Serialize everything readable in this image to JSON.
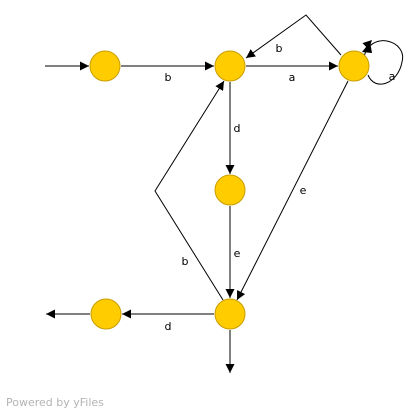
{
  "colors": {
    "node_fill": "#FFCC00",
    "node_stroke": "#C89E00",
    "edge": "#000000",
    "footer_text": "#B3B3B3"
  },
  "edges": {
    "n1_n2": "b",
    "n2_n3": "a",
    "n3_n2": "b",
    "n3_self": "a",
    "n2_n4": "d",
    "n4_n5": "e",
    "n3_n5": "e",
    "n5_n2": "b",
    "n5_n6": "d"
  },
  "footer": {
    "text": "Powered by yFiles"
  }
}
